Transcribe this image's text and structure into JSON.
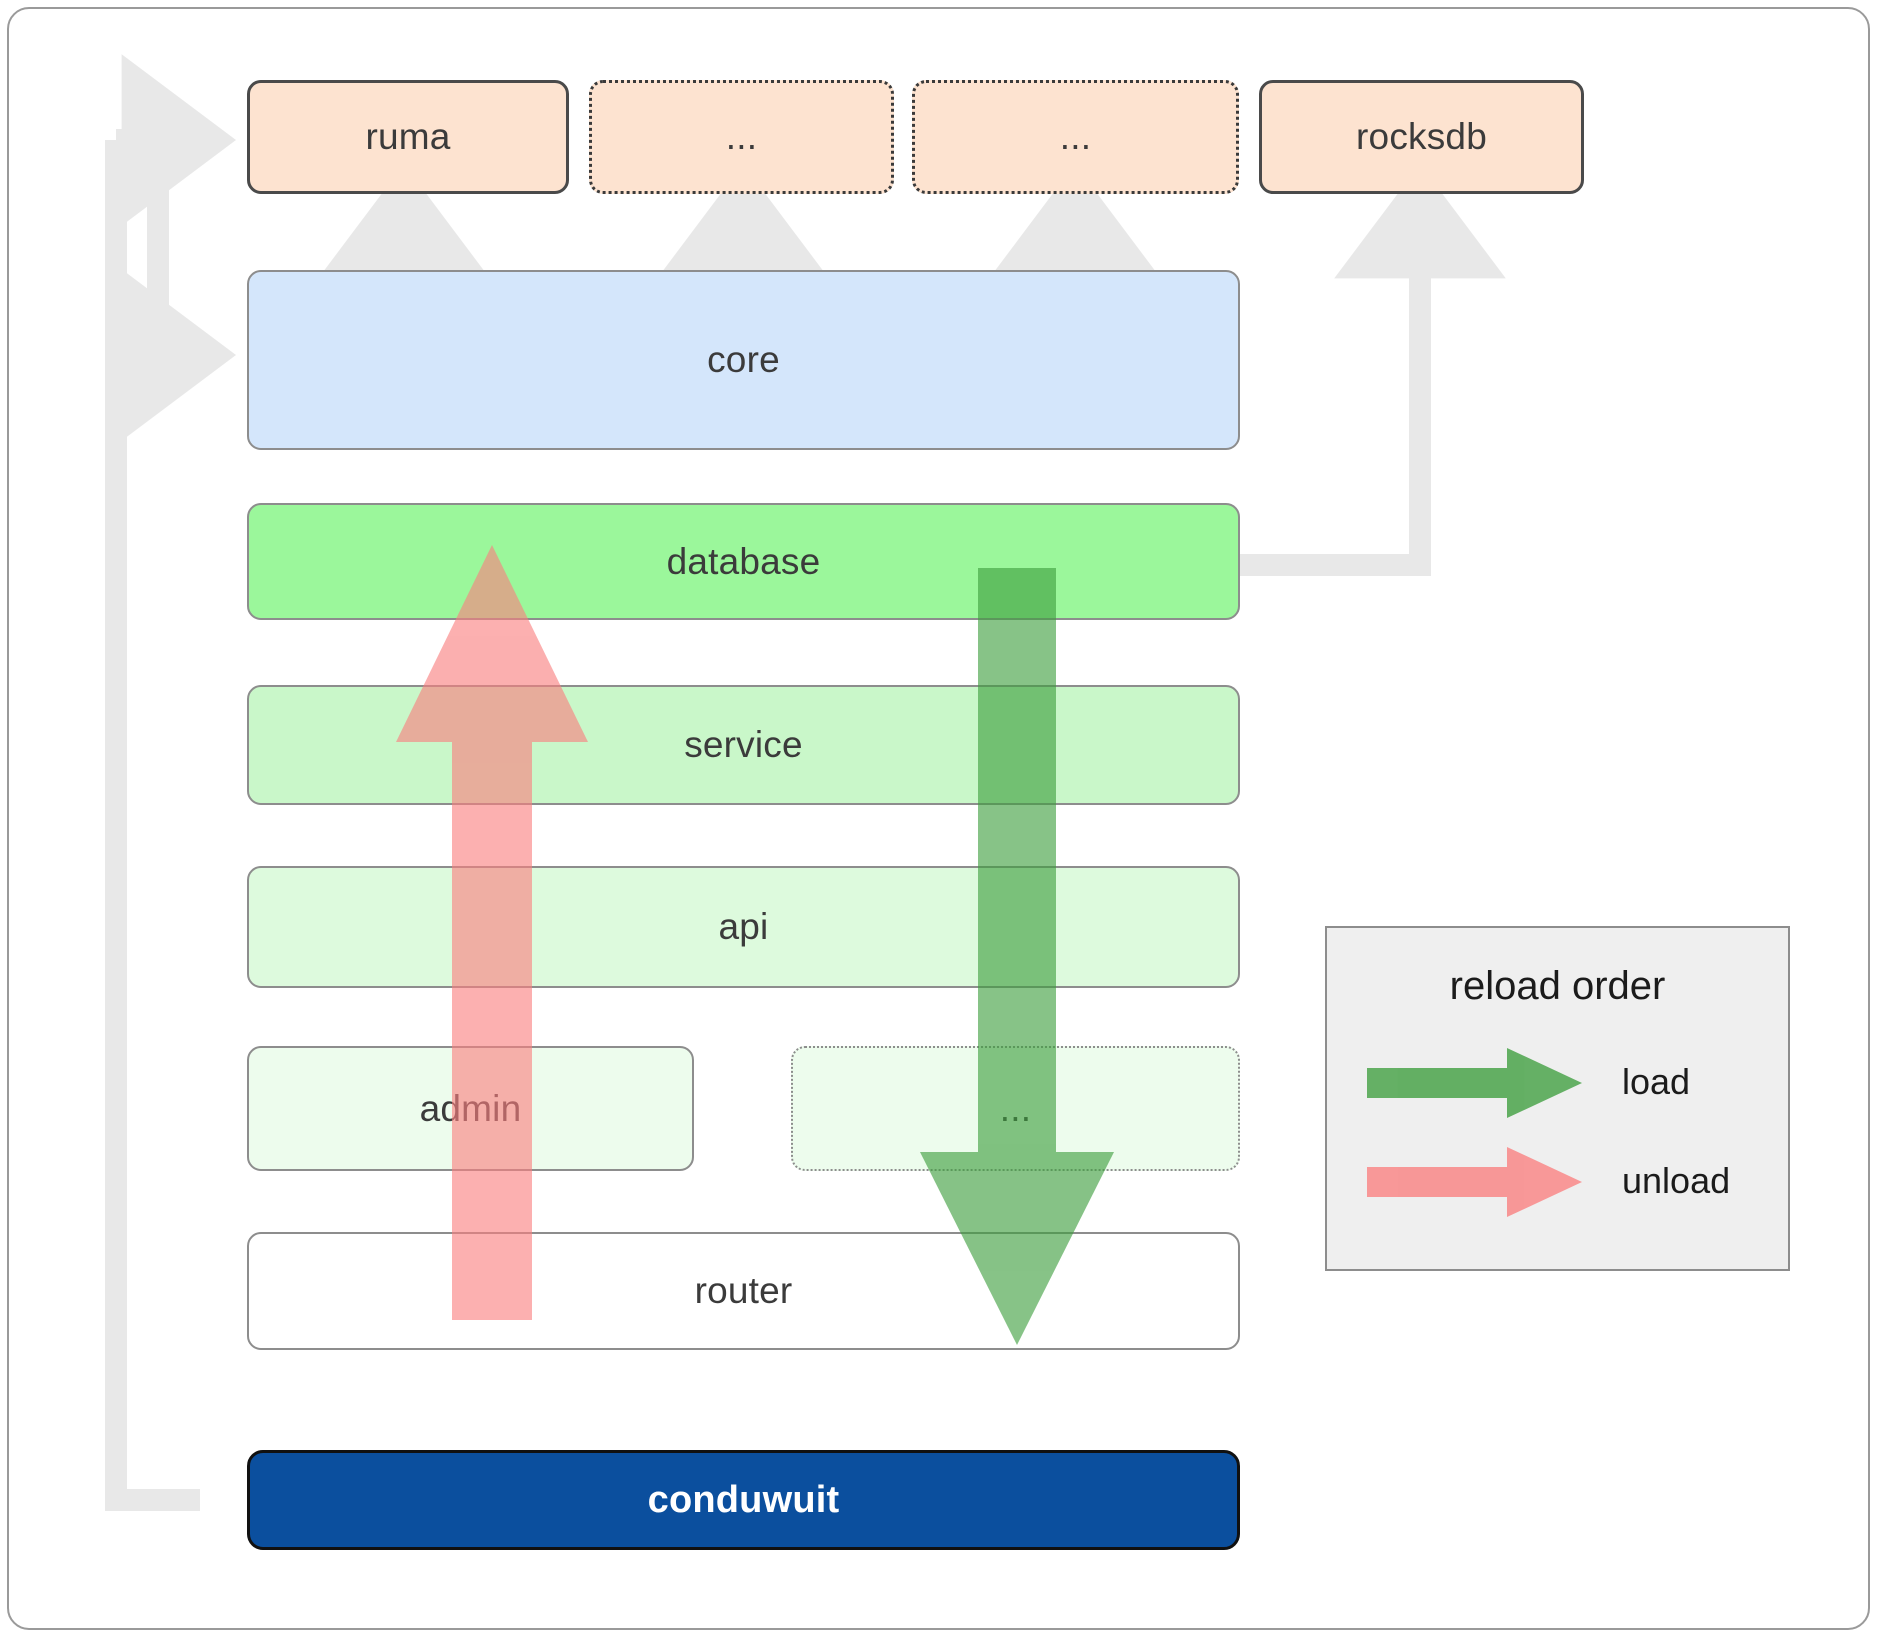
{
  "diagram": {
    "title": "conduwuit crate dependency and reload order diagram",
    "dependencies": [
      {
        "id": "ruma",
        "label": "ruma",
        "style": "solid",
        "fill": "#fde3d0"
      },
      {
        "id": "dots1",
        "label": "...",
        "style": "dotted",
        "fill": "#fde3d0"
      },
      {
        "id": "dots2",
        "label": "...",
        "style": "dotted",
        "fill": "#fde3d0"
      },
      {
        "id": "rocksdb",
        "label": "rocksdb",
        "style": "solid",
        "fill": "#fde3d0"
      }
    ],
    "layers": [
      {
        "id": "core",
        "label": "core",
        "fill": "#d4e6fb"
      },
      {
        "id": "database",
        "label": "database",
        "fill": "#9bf79b"
      },
      {
        "id": "service",
        "label": "service",
        "fill": "#c9f7c9"
      },
      {
        "id": "api",
        "label": "api",
        "fill": "#ddfadd"
      },
      {
        "id": "admin",
        "label": "admin",
        "fill": "#edfced"
      },
      {
        "id": "dots3",
        "label": "...",
        "fill": "#edfced"
      },
      {
        "id": "router",
        "label": "router",
        "fill": "#ffffff"
      }
    ],
    "root": {
      "id": "conduwuit",
      "label": "conduwuit",
      "fill": "#0b4f9e",
      "text_color": "#ffffff"
    }
  },
  "legend": {
    "title": "reload order",
    "items": [
      {
        "id": "load",
        "label": "load",
        "color": "#4ca64c"
      },
      {
        "id": "unload",
        "label": "unload",
        "color": "#fa7f7f"
      }
    ]
  },
  "colors": {
    "connector_gray": "#e8e8e8",
    "load_green": "#4ca64c",
    "unload_red": "#fa7f7f",
    "border_gray": "#8d8d8d",
    "dep_border": "#4a4a4a"
  }
}
